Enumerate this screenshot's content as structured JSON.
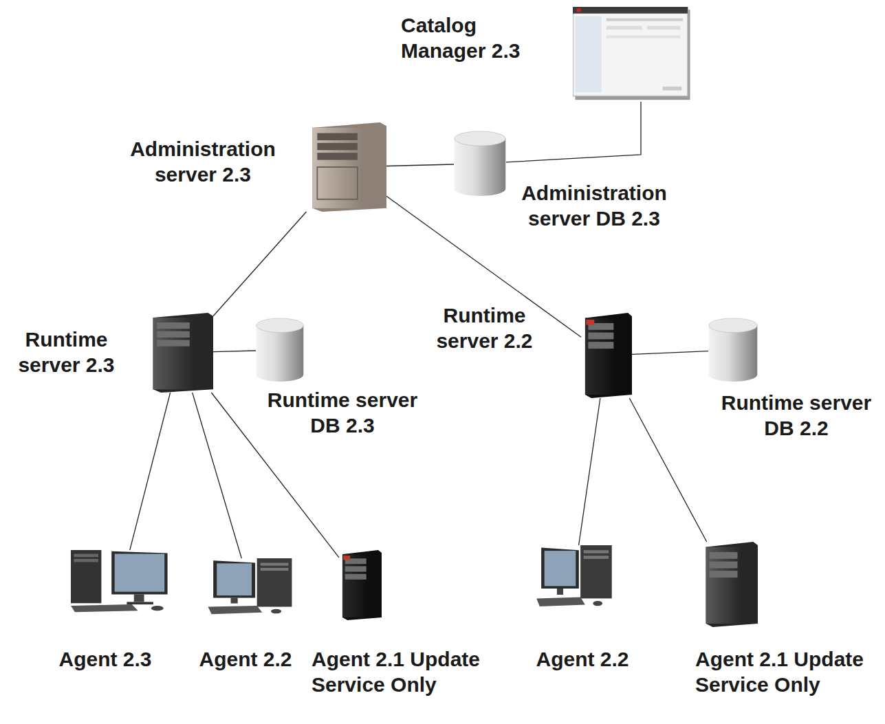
{
  "diagram": {
    "nodes": [
      {
        "text": [
          "Catalog Manager 2.3"
        ]
      },
      {
        "text": [
          "Administration server 2.3"
        ]
      },
      {
        "text": [
          "Administration server DB 2.3"
        ]
      },
      {
        "text": [
          "Runtime server 2.3"
        ]
      },
      {
        "text": [
          "Runtime server DB 2.3"
        ]
      },
      {
        "text": [
          "Runtime server 2.2"
        ]
      },
      {
        "text": [
          "Runtime server DB 2.2"
        ]
      },
      {
        "text": [
          "Agent 2.3"
        ]
      },
      {
        "text": [
          "Agent 2.2"
        ]
      },
      {
        "text": [
          "Agent 2.1 Update Service Only"
        ]
      },
      {
        "text": [
          "Agent 2.2"
        ]
      },
      {
        "text": [
          "Agent 2.1 Update Service Only"
        ]
      }
    ],
    "edges": [
      {
        "from": 2,
        "to": 0,
        "arrow": "none"
      },
      {
        "from": 1,
        "to": 2,
        "arrow": "none"
      },
      {
        "from": 1,
        "to": 3,
        "arrow": "none"
      },
      {
        "from": 1,
        "to": 5,
        "arrow": "none"
      },
      {
        "from": 3,
        "to": 4,
        "arrow": "none"
      },
      {
        "from": 5,
        "to": 6,
        "arrow": "none"
      },
      {
        "from": 3,
        "to": 7,
        "arrow": "none"
      },
      {
        "from": 3,
        "to": 8,
        "arrow": "none"
      },
      {
        "from": 3,
        "to": 9,
        "arrow": "none"
      },
      {
        "from": 5,
        "to": 10,
        "arrow": "none"
      },
      {
        "from": 5,
        "to": 11,
        "arrow": "none"
      }
    ]
  }
}
